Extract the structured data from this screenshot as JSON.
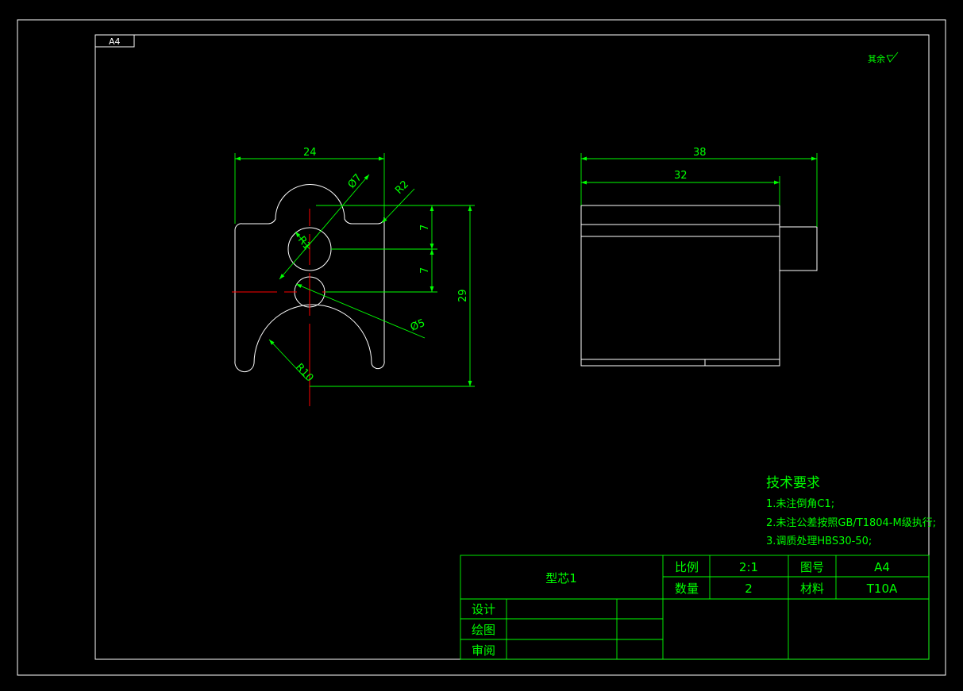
{
  "sheet": {
    "size_label": "A4",
    "surface_finish_note": "其余"
  },
  "front_view": {
    "dims": {
      "width": "24",
      "height": "29",
      "upper_step": "7",
      "lower_step": "7",
      "dia_large": "Ø7",
      "dia_small": "Ø5",
      "radius_corner": "R2",
      "radius_hole": "R1",
      "radius_bottom": "R10"
    }
  },
  "side_view": {
    "dims": {
      "overall_length": "38",
      "body_length": "32"
    }
  },
  "tech_requirements": {
    "title": "技术要求",
    "items": [
      "1.未注倒角C1;",
      "2.未注公差按照GB/T1804-M级执行;",
      "3.调质处理HBS30-50;"
    ]
  },
  "title_block": {
    "part_name": "型芯1",
    "scale_label": "比例",
    "scale_value": "2:1",
    "drawing_no_label": "图号",
    "drawing_no_value": "A4",
    "qty_label": "数量",
    "qty_value": "2",
    "material_label": "材料",
    "material_value": "T10A",
    "rows": [
      "设计",
      "绘图",
      "审阅"
    ]
  },
  "colors": {
    "background": "#000000",
    "outline": "#ffffff",
    "dimension": "#00ff00",
    "centerline": "#ff0000"
  }
}
